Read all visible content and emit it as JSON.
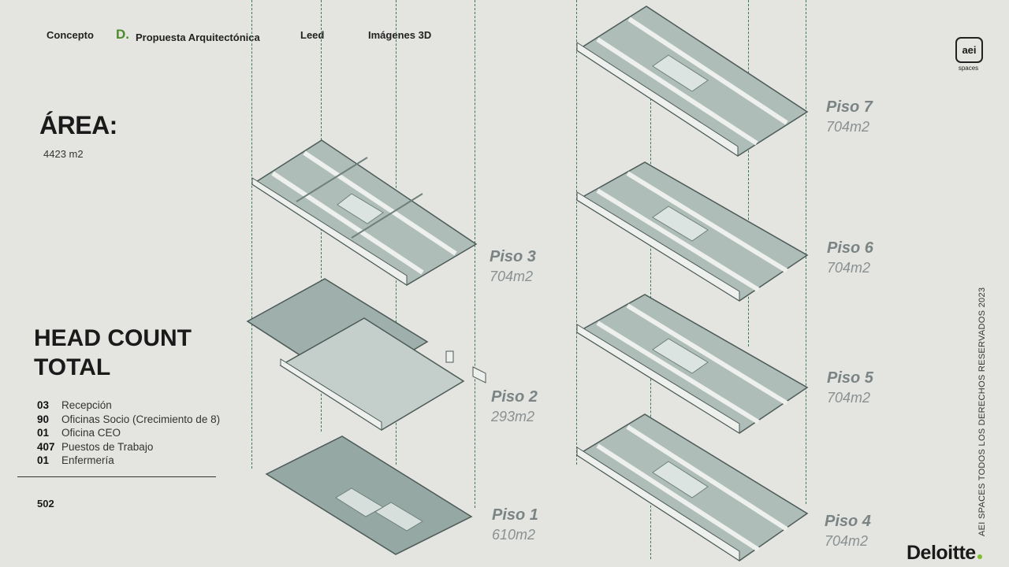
{
  "nav": {
    "items": [
      {
        "label": "Concepto",
        "letter": ""
      },
      {
        "label": "Propuesta Arquitectónica",
        "letter": "D."
      },
      {
        "label": "Leed",
        "letter": ""
      },
      {
        "label": "Imágenes 3D",
        "letter": ""
      }
    ]
  },
  "area": {
    "title": "ÁREA:",
    "value": "4423 m2"
  },
  "headcount": {
    "title_line1": "HEAD COUNT",
    "title_line2": "TOTAL",
    "items": [
      {
        "count": "03",
        "label": "Recepción"
      },
      {
        "count": "90",
        "label": "Oficinas Socio (Crecimiento de 8)"
      },
      {
        "count": "01",
        "label": "Oficina CEO"
      },
      {
        "count": "407",
        "label": "Puestos de Trabajo"
      },
      {
        "count": "01",
        "label": "Enfermería"
      }
    ],
    "total": "502"
  },
  "floors": [
    {
      "name": "Piso 3",
      "area": "704m2"
    },
    {
      "name": "Piso 2",
      "area": "293m2"
    },
    {
      "name": "Piso 1",
      "area": "610m2"
    },
    {
      "name": "Piso 7",
      "area": "704m2"
    },
    {
      "name": "Piso 6",
      "area": "704m2"
    },
    {
      "name": "Piso 5",
      "area": "704m2"
    },
    {
      "name": "Piso 4",
      "area": "704m2"
    }
  ],
  "logo": {
    "mark": "aei",
    "sub": "spaces"
  },
  "copyright": "AEI SPACES TODOS LOS DERECHOS RESERVADOS 2023",
  "brand": "Deloitte",
  "colors": {
    "accent": "#4f8a2b",
    "plan": "#9fb0ac",
    "guide": "#3f7a56",
    "background": "#e4e4e0"
  }
}
